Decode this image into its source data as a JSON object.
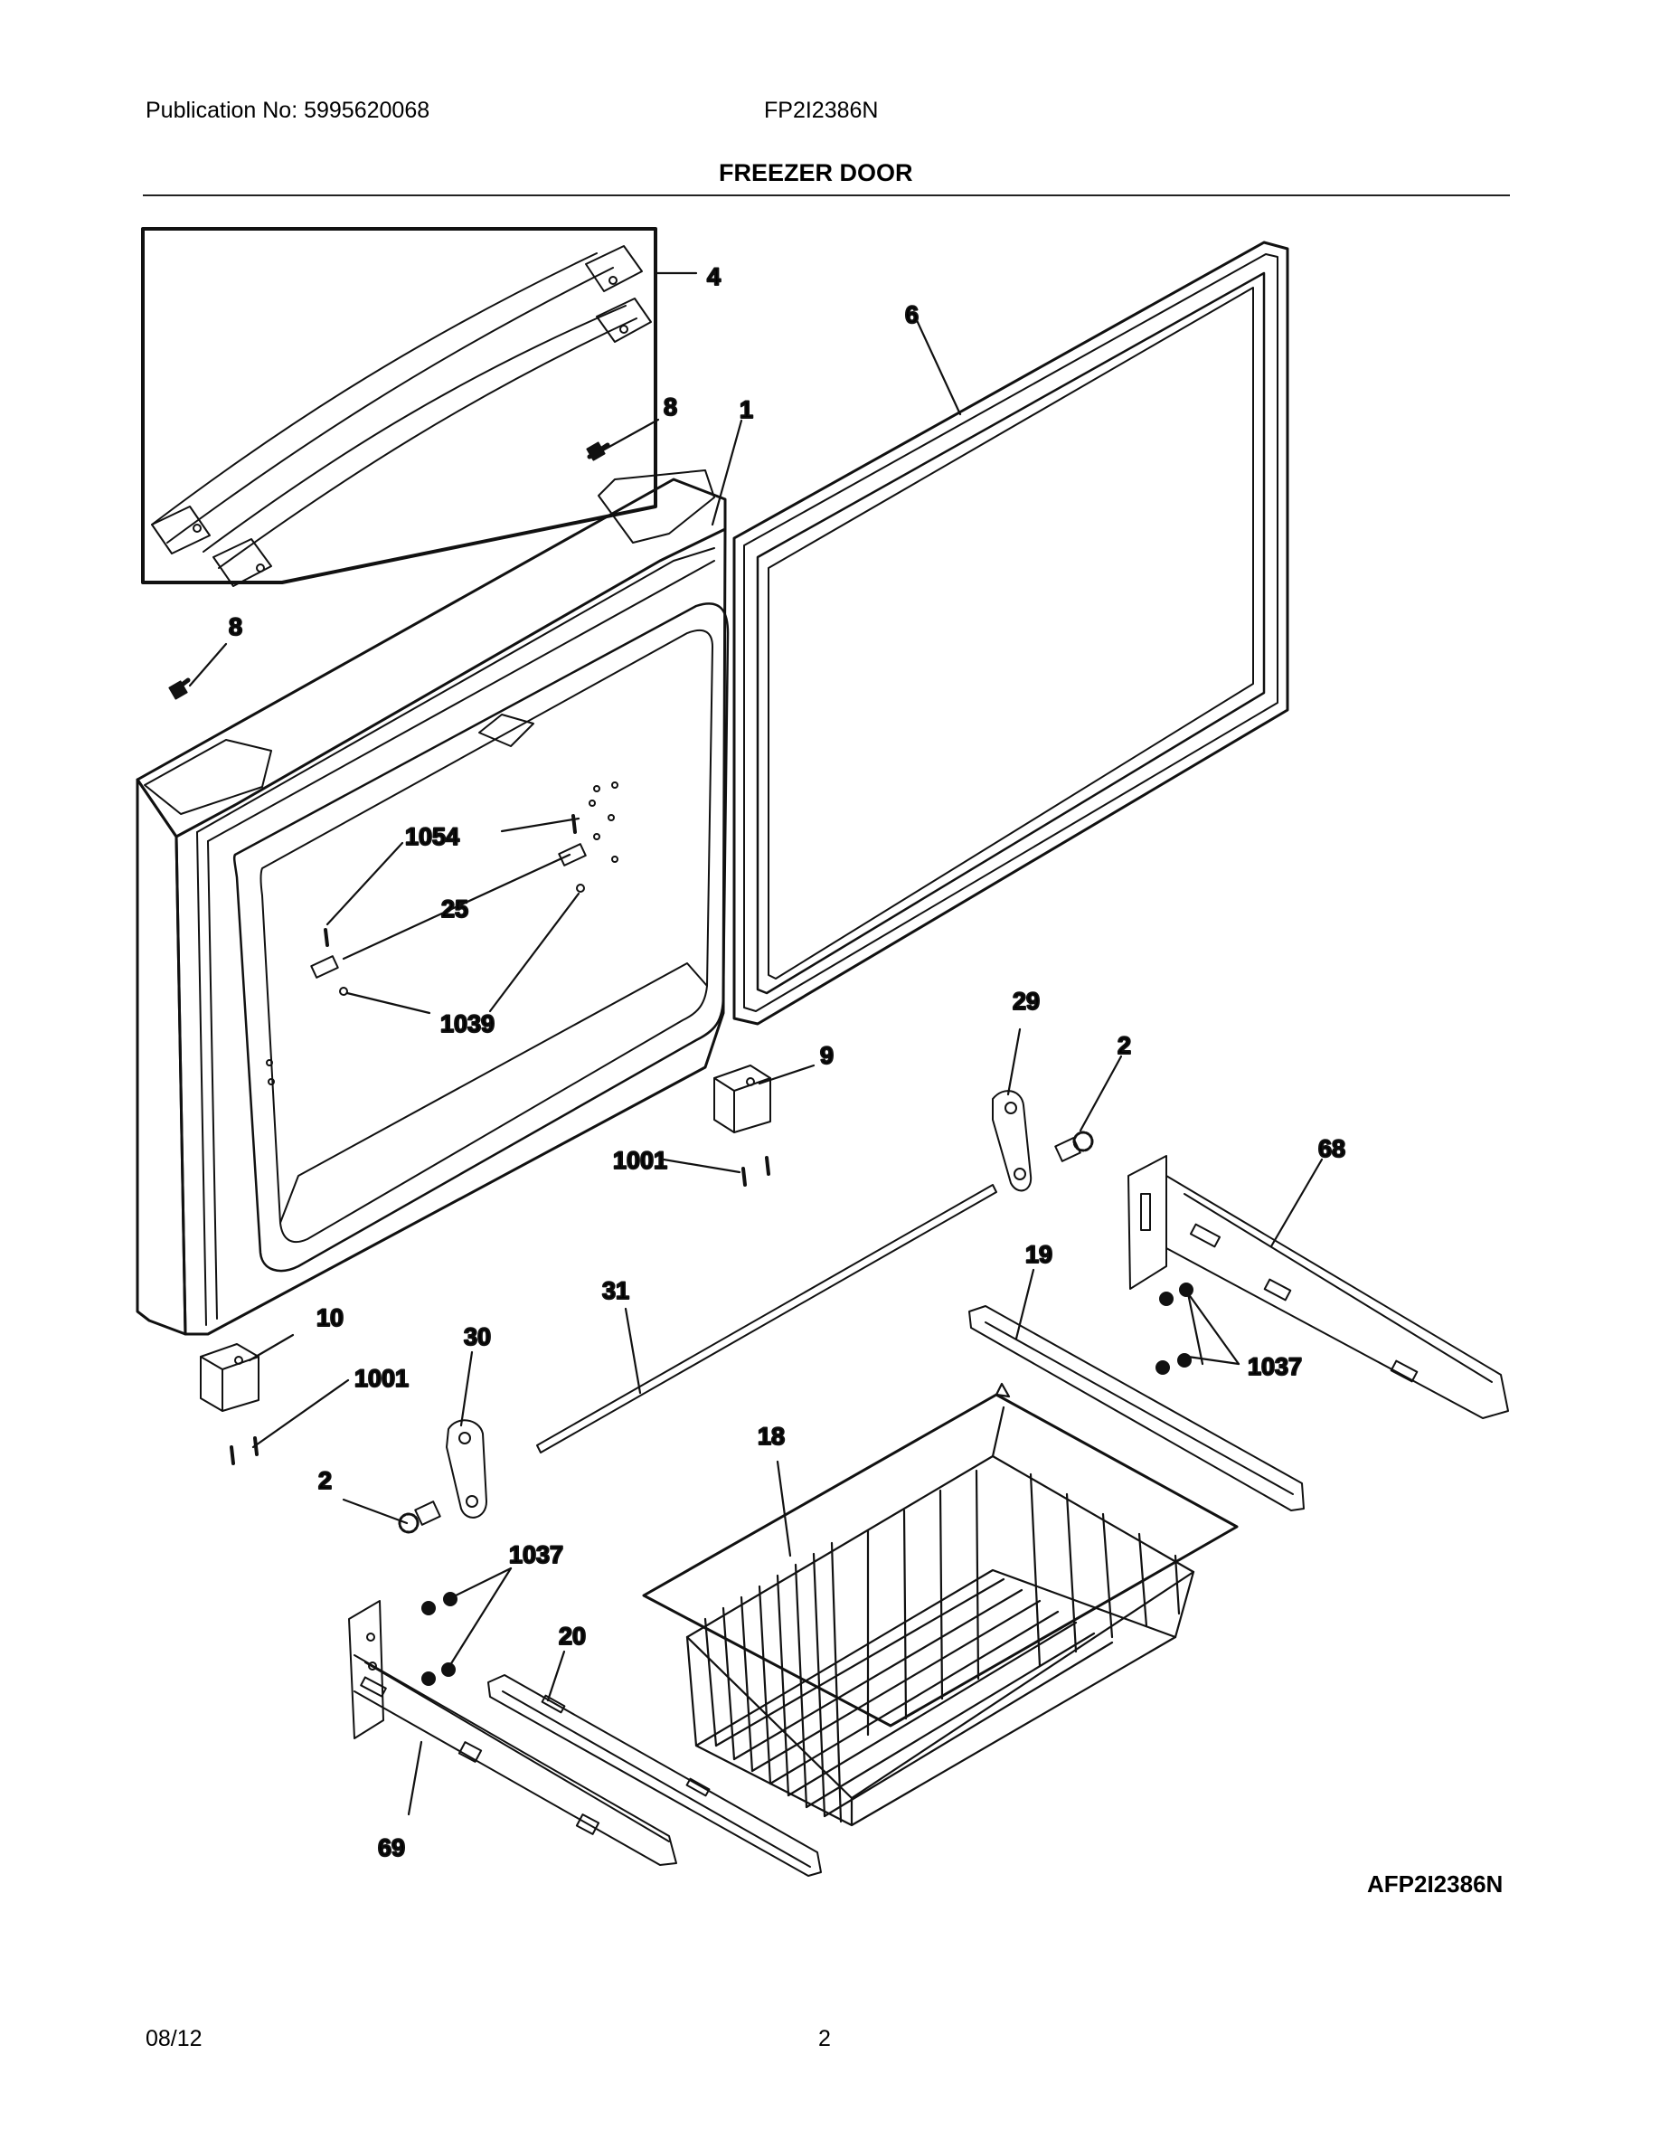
{
  "header": {
    "publication": "Publication No: 5995620068",
    "model": "FP2I2386N",
    "section_title": "FREEZER DOOR"
  },
  "diagram_code": "AFP2I2386N",
  "callouts": {
    "c4": "4",
    "c6": "6",
    "c8a": "8",
    "c1": "1",
    "c8b": "8",
    "c1054": "1054",
    "c25": "25",
    "c1039": "1039",
    "c29": "29",
    "c2a": "2",
    "c9": "9",
    "c68": "68",
    "c1001a": "1001",
    "c19": "19",
    "c31": "31",
    "c10": "10",
    "c30": "30",
    "c1001b": "1001",
    "c1037a": "1037",
    "c18": "18",
    "c2b": "2",
    "c1037b": "1037",
    "c20": "20",
    "c69": "69"
  },
  "footer": {
    "date": "08/12",
    "page": "2"
  }
}
